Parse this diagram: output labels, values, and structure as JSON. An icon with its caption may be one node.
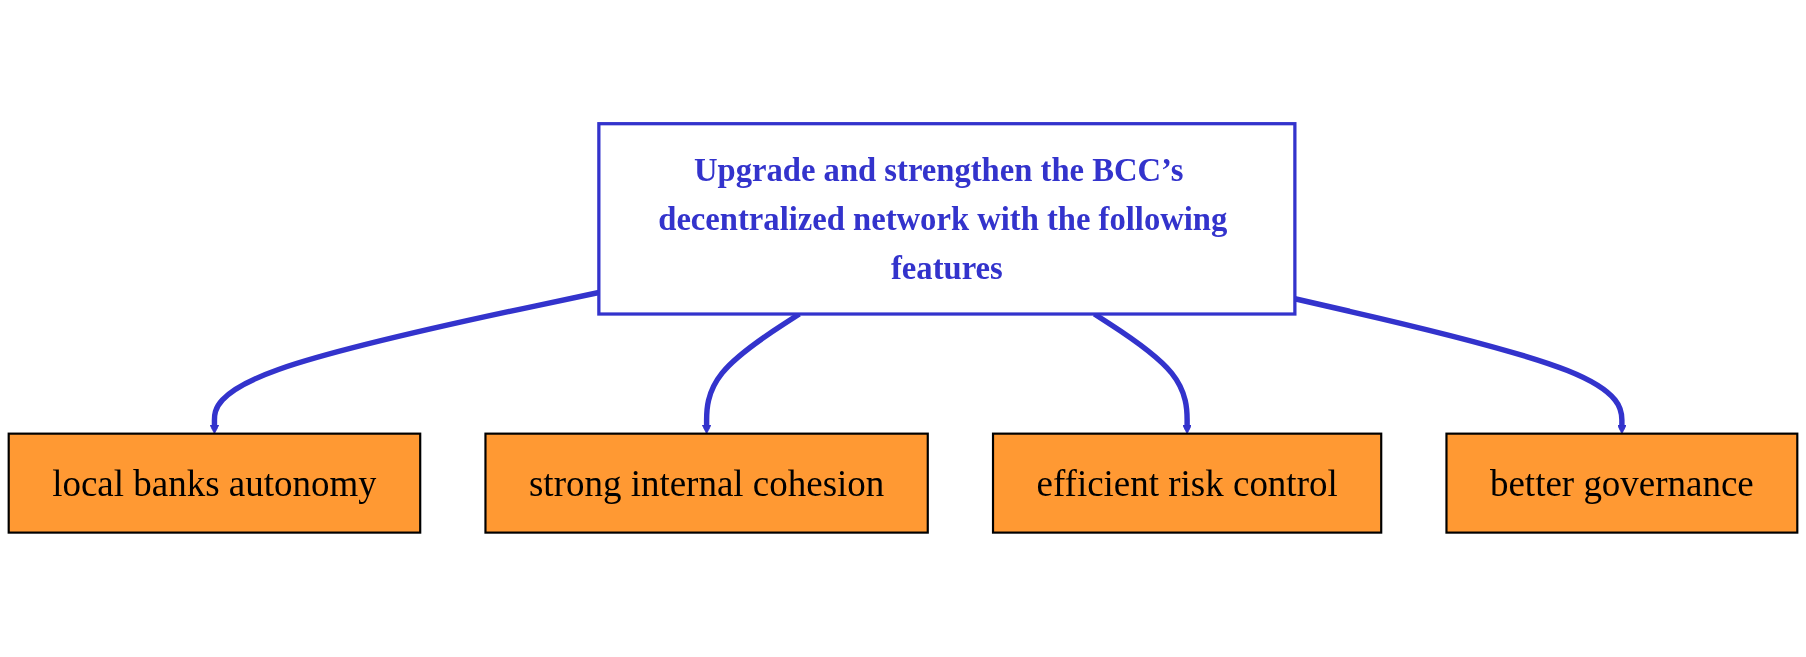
{
  "diagram": {
    "nodes": [
      {
        "text": [
          "local banks autonomy"
        ]
      },
      {
        "text": [
          "strong internal cohesion"
        ]
      },
      {
        "text": [
          "Upgrade and strengthen the BCC’s  decentralized network with the following features"
        ]
      },
      {
        "text": [
          "efficient risk control"
        ]
      },
      {
        "text": [
          "better governance"
        ]
      }
    ],
    "edges": [
      {
        "from": 2,
        "to": 0,
        "arrow": "to"
      },
      {
        "from": 2,
        "to": 1,
        "arrow": "to"
      },
      {
        "from": 2,
        "to": 3,
        "arrow": "to"
      },
      {
        "from": 2,
        "to": 4,
        "arrow": "to"
      }
    ]
  }
}
